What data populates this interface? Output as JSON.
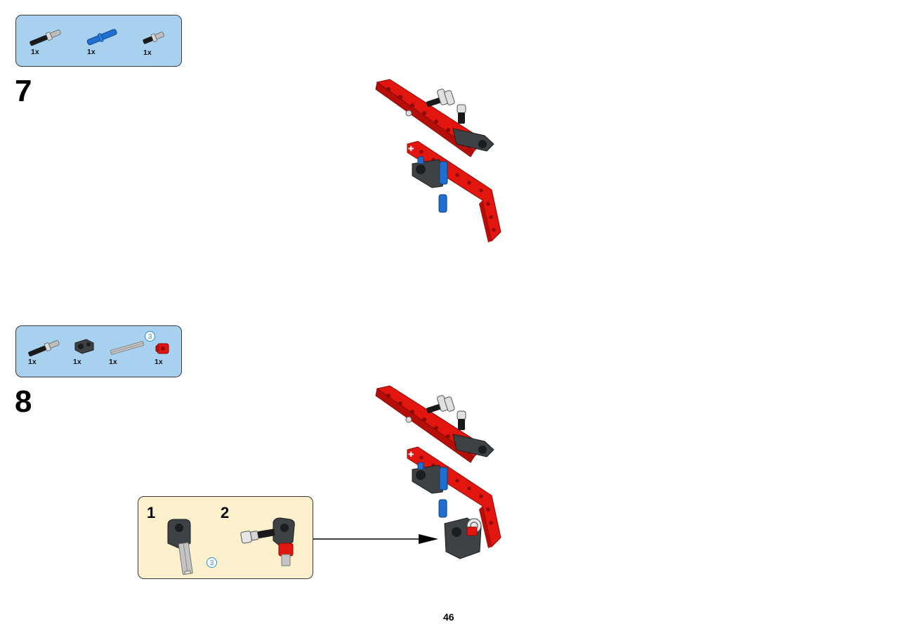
{
  "page_number": "46",
  "steps": [
    {
      "number": "7",
      "parts": [
        {
          "name": "black-friction-pin-with-bush",
          "qty": "1x"
        },
        {
          "name": "blue-axle-pin",
          "qty": "1x"
        },
        {
          "name": "black-friction-pin-short",
          "qty": "1x"
        }
      ]
    },
    {
      "number": "8",
      "parts": [
        {
          "name": "black-friction-pin-with-bush",
          "qty": "1x"
        },
        {
          "name": "dark-gray-pin-connector",
          "qty": "1x"
        },
        {
          "name": "gray-axle",
          "qty": "1x",
          "length": "3"
        },
        {
          "name": "red-bush",
          "qty": "1x"
        }
      ],
      "subassembly": {
        "steps": [
          "1",
          "2"
        ],
        "axle_length": "3"
      }
    }
  ],
  "colors": {
    "parts_box_bg": "#a8d0ef",
    "subassembly_bg": "#fdf0cc",
    "beam_red": "#e3150f",
    "pin_blue": "#1f6fd1",
    "connector_gray": "#3f4244"
  }
}
